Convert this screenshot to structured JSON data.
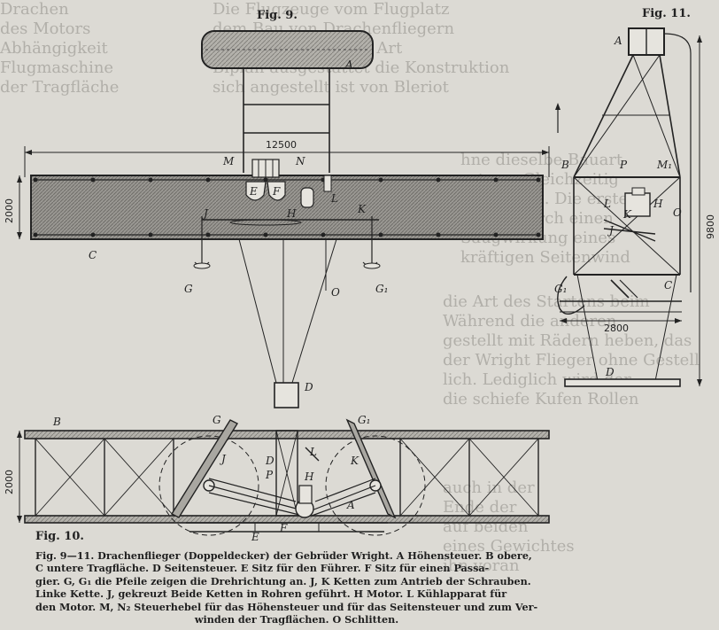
{
  "figures": {
    "fig9": "Fig. 9.",
    "fig10": "Fig. 10.",
    "fig11": "Fig. 11."
  },
  "dimensions": {
    "span": "12500",
    "chord": "2000",
    "height": "2000",
    "fig11_height": "9800",
    "fig11_width": "2800"
  },
  "labels": {
    "A": "A",
    "B": "B",
    "B1": "B",
    "C": "C",
    "D": "D",
    "E": "E",
    "F": "F",
    "G": "G",
    "G1": "G₁",
    "H": "H",
    "J": "J",
    "K": "K",
    "L": "L",
    "M": "M",
    "M1": "M₁",
    "N": "N",
    "O": "O",
    "P": "P"
  },
  "caption": {
    "line1": "Fig. 9—11. Drachenflieger (Doppeldecker) der Gebrüder Wright. A Höhensteuer. B obere,",
    "line2": "C untere Tragfläche. D Seitensteuer. E Sitz für den Führer. F Sitz für einen Passa-",
    "line3": "gier. G, G₁ die Pfeile zeigen die Drehrichtung an. J, K Ketten zum Antrieb der Schrauben.",
    "line4": "Linke Kette. J, gekreuzt Beide Ketten in Rohren geführt. H Motor. L Kühlapparat für",
    "line5": "den Motor. M, N₂ Steuerhebel für das Höhensteuer und für das Seitensteuer und zum Ver-",
    "line6": "winden der Tragflächen. O Schlitten."
  }
}
